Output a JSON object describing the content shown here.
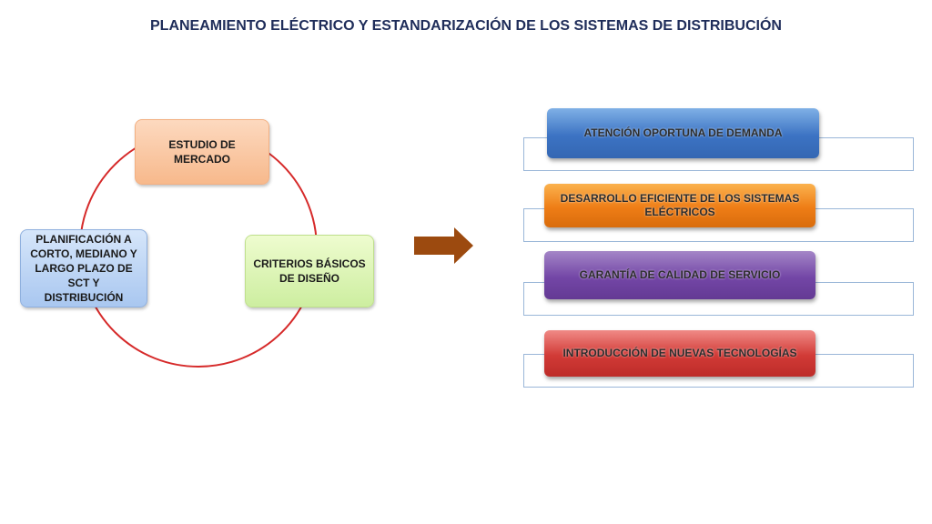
{
  "title": "PLANEAMIENTO ELÉCTRICO Y ESTANDARIZACIÓN DE LOS SISTEMAS DE DISTRIBUCIÓN",
  "cycle": {
    "nodes": [
      {
        "label": "ESTUDIO DE MERCADO",
        "color": "#f7b98c"
      },
      {
        "label": "CRITERIOS BÁSICOS DE DISEÑO",
        "color": "#cdeea0"
      },
      {
        "label": "PLANIFICACIÓN A CORTO, MEDIANO Y LARGO PLAZO DE SCT Y DISTRIBUCIÓN",
        "color": "#a9c7f0"
      }
    ],
    "ring_color": "#d62a2a"
  },
  "arrow_color": "#9c4a0f",
  "outcomes": [
    {
      "label": "ATENCIÓN OPORTUNA DE DEMANDA",
      "color": "#3c73c3"
    },
    {
      "label": "DESARROLLO EFICIENTE DE LOS SISTEMAS ELÉCTRICOS",
      "color": "#ee7d16"
    },
    {
      "label": "GARANTÍA DE CALIDAD DE SERVICIO",
      "color": "#7346a6"
    },
    {
      "label": "INTRODUCCIÓN DE NUEVAS TECNOLOGÍAS",
      "color": "#d13a36"
    }
  ]
}
